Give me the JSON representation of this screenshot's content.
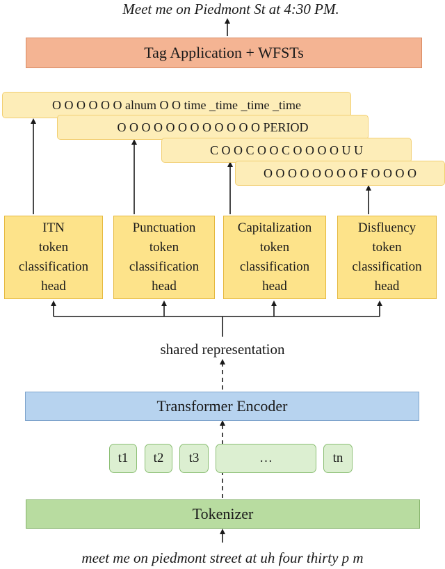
{
  "output_text": "Meet me on Piedmont St at 4:30 PM.",
  "tag_application": "Tag Application + WFSTs",
  "tag_rows": {
    "itn": "O O O O O O alnum O O time _time _time _time",
    "punctuation": "O O O O O O O O O O O O PERIOD",
    "capitalization": "C O O C O O C O O O O U U",
    "disfluency": "O O O O O O O O F O O O O"
  },
  "heads": [
    {
      "name": "ITN",
      "l2": "token",
      "l3": "classification",
      "l4": "head"
    },
    {
      "name": "Punctuation",
      "l2": "token",
      "l3": "classification",
      "l4": "head"
    },
    {
      "name": "Capitalization",
      "l2": "token",
      "l3": "classification",
      "l4": "head"
    },
    {
      "name": "Disfluency",
      "l2": "token",
      "l3": "classification",
      "l4": "head"
    }
  ],
  "shared_representation": "shared representation",
  "encoder": "Transformer Encoder",
  "tokens": [
    "t1",
    "t2",
    "t3",
    "…",
    "tn"
  ],
  "tokenizer": "Tokenizer",
  "input_text": "meet me on piedmont street at uh four thirty p m",
  "colors": {
    "tag_application": "#f4b493",
    "tag_rows": "#fdedb8",
    "heads": "#fde38a",
    "encoder": "#b7d3ef",
    "tokens": "#dcefd1",
    "tokenizer": "#b8dca0"
  }
}
